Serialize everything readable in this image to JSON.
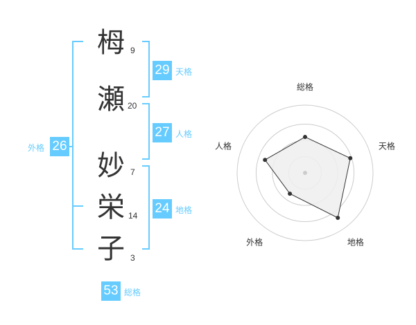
{
  "name": {
    "surname": [
      {
        "char": "栂",
        "strokes": "9"
      },
      {
        "char": "瀬",
        "strokes": "20"
      }
    ],
    "given": [
      {
        "char": "妙",
        "strokes": "7"
      },
      {
        "char": "栄",
        "strokes": "14"
      },
      {
        "char": "子",
        "strokes": "3"
      }
    ]
  },
  "scores": {
    "tenkaku": {
      "value": "29",
      "label": "天格"
    },
    "jinkaku": {
      "value": "27",
      "label": "人格"
    },
    "chikaku": {
      "value": "24",
      "label": "地格"
    },
    "gaikaku": {
      "value": "26",
      "label": "外格"
    },
    "soukaku": {
      "value": "53",
      "label": "総格"
    }
  },
  "colors": {
    "accent": "#66ccff",
    "text": "#333333",
    "grid": "#cccccc",
    "polygon_fill": "#eeeeee",
    "polygon_stroke": "#333333"
  },
  "radar": {
    "axes": [
      "総格",
      "天格",
      "地格",
      "外格",
      "人格"
    ],
    "levels": [
      0.53,
      0.7,
      0.82,
      0.38,
      0.62
    ]
  }
}
